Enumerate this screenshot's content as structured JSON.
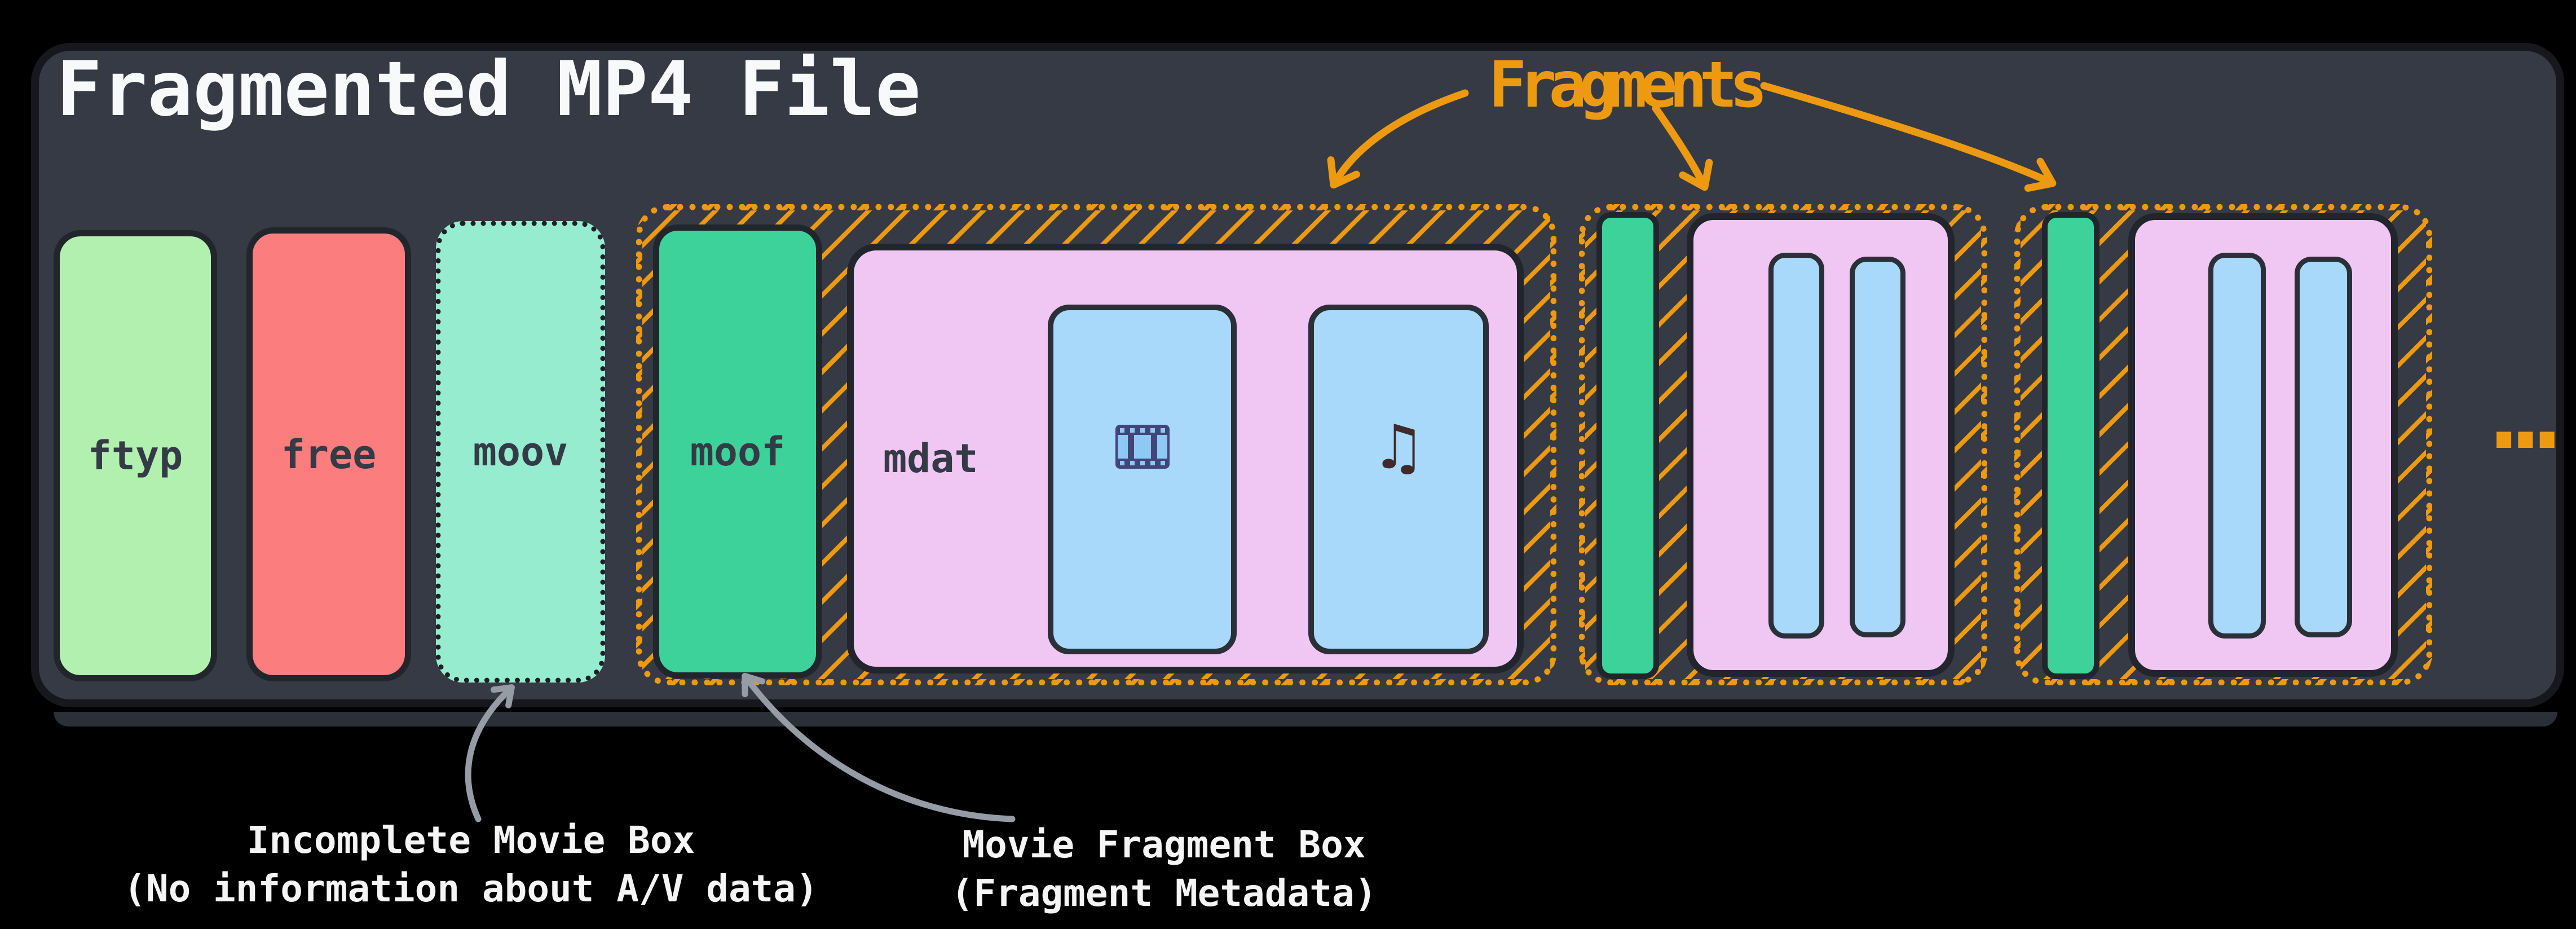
{
  "diagram": {
    "title": "Fragmented MP4 File",
    "fragments_label": "Fragments",
    "ellipsis": "...",
    "boxes": {
      "ftyp": "ftyp",
      "free": "free",
      "moov": "moov",
      "moof": "moof",
      "mdat": "mdat"
    },
    "icons": {
      "video": "film-strip-icon",
      "audio": "music-note-icon",
      "audio_glyph": "♫"
    },
    "annotations": {
      "moov_note_line1": "Incomplete Movie Box",
      "moov_note_line2": "(No information about A/V data)",
      "moof_note_line1": "Movie Fragment Box",
      "moof_note_line2": "(Fragment Metadata)"
    },
    "colors": {
      "background": "#000000",
      "panel": "#363a44",
      "panel_border": "#16181d",
      "box_outline": "#22252c",
      "accent_orange": "#ee9a10",
      "ftyp_green": "#b2f0b0",
      "free_red": "#fc7d7d",
      "moov_mint": "#96ecce",
      "moof_green": "#3ed29b",
      "mdat_pink": "#f0c7f3",
      "track_blue": "#a8d9fb",
      "gray_arrow": "#969ca5",
      "title_text": "#f8f9fa",
      "label_text": "#343a46",
      "film_icon_dark": "#424579",
      "film_icon_light": "#8ec9f5",
      "music_icon": "#3f2b2b"
    }
  }
}
